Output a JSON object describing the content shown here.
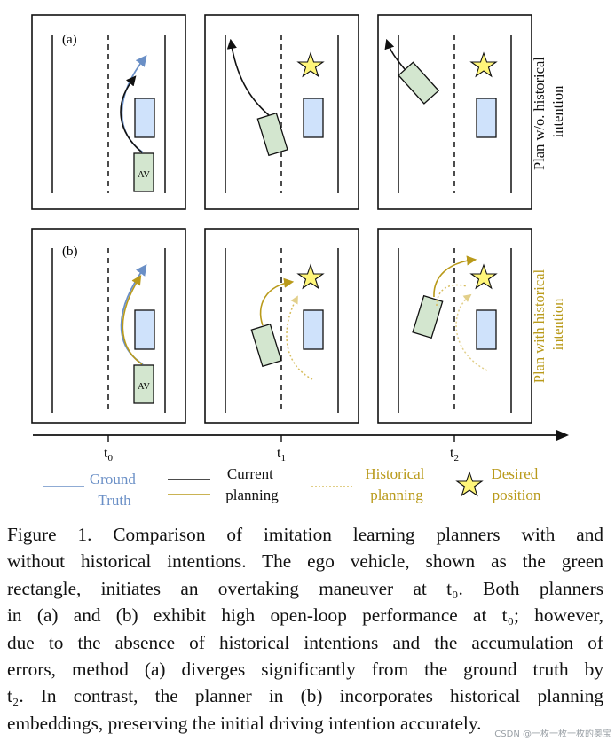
{
  "panels": {
    "row_a_label": "(a)",
    "row_b_label": "(b)",
    "av_label": "AV",
    "row_a_side_label_1": "Plan w/o. historical",
    "row_a_side_label_2": "intention",
    "row_b_side_label_1": "Plan with historical",
    "row_b_side_label_2": "intention"
  },
  "timeline": {
    "t0": "t",
    "t0_sub": "0",
    "t1": "t",
    "t1_sub": "1",
    "t2": "t",
    "t2_sub": "2"
  },
  "legend": {
    "ground_truth_1": "Ground",
    "ground_truth_2": "Truth",
    "current_planning_1": "Current",
    "current_planning_2": "planning",
    "historical_planning_1": "Historical",
    "historical_planning_2": "planning",
    "desired_position_1": "Desired",
    "desired_position_2": "position"
  },
  "colors": {
    "ground_truth": "#6a8fc6",
    "gold": "#b99a1a",
    "vehicle_fill": "#d3e6cf",
    "obstacle_fill": "#cfe2fb",
    "star_fill": "#fff67a"
  },
  "caption": {
    "line1": "Figure 1.  Comparison of imitation learning planners with and",
    "line2": "without historical intentions. The ego vehicle, shown as the green",
    "line3": "rectangle, initiates an overtaking maneuver at t₀.  Both planners",
    "line4": "in (a) and (b) exhibit high open-loop performance at t₀; however,",
    "line5": "due to the absence of historical intentions and the accumulation of",
    "line6": "errors, method (a) diverges significantly from the ground truth by",
    "line7": "t₂. In contrast, the planner in (b) incorporates historical planning",
    "line8": "embeddings, preserving the initial driving intention accurately."
  },
  "watermark": "CSDN @一枚一枚一枚的奥宝"
}
